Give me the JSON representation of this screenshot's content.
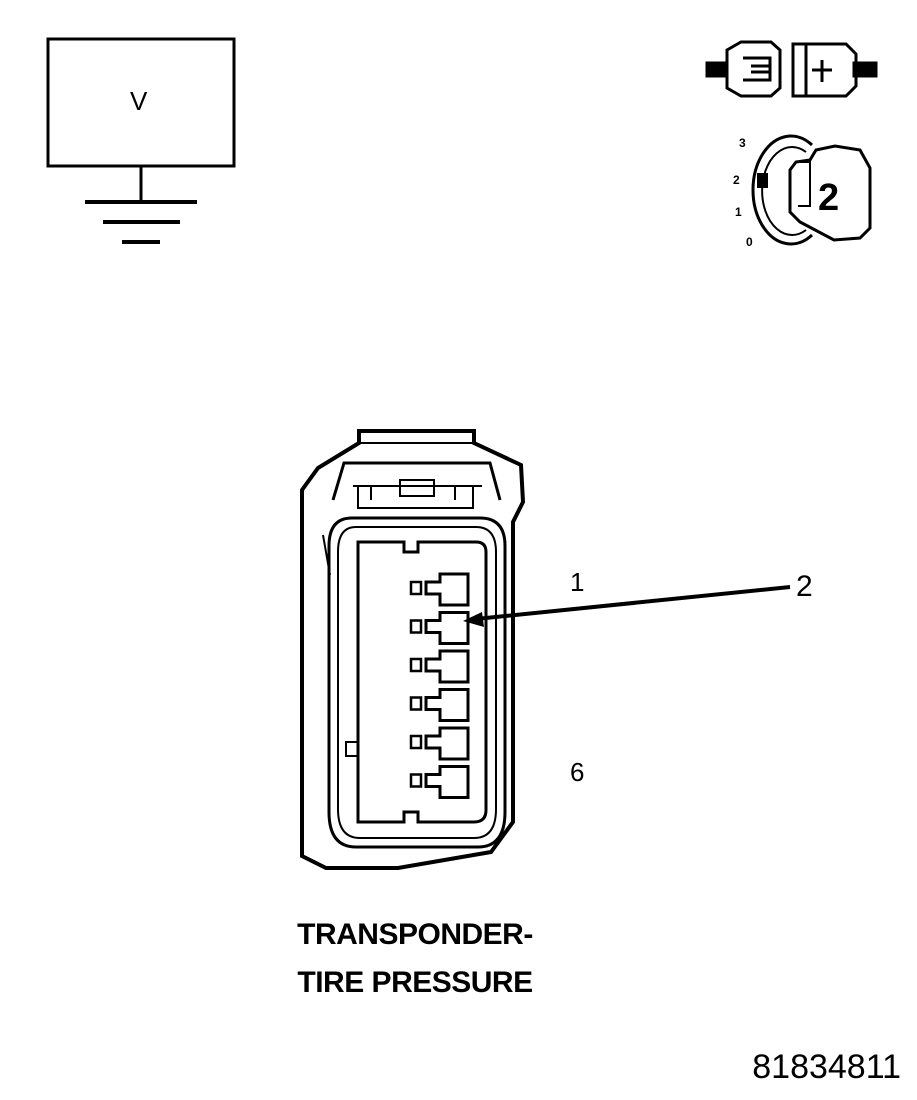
{
  "meter": {
    "label": "V"
  },
  "ignition_switch": {
    "positions": [
      "3",
      "2",
      "1",
      "0"
    ],
    "selected_position": "2",
    "key_label": "2"
  },
  "connector": {
    "pin_first_label": "1",
    "pin_last_label": "6",
    "pin_count": 6,
    "callout_label": "2",
    "title_line1": "TRANSPONDER-",
    "title_line2": "TIRE PRESSURE"
  },
  "figure_id": "81834811"
}
